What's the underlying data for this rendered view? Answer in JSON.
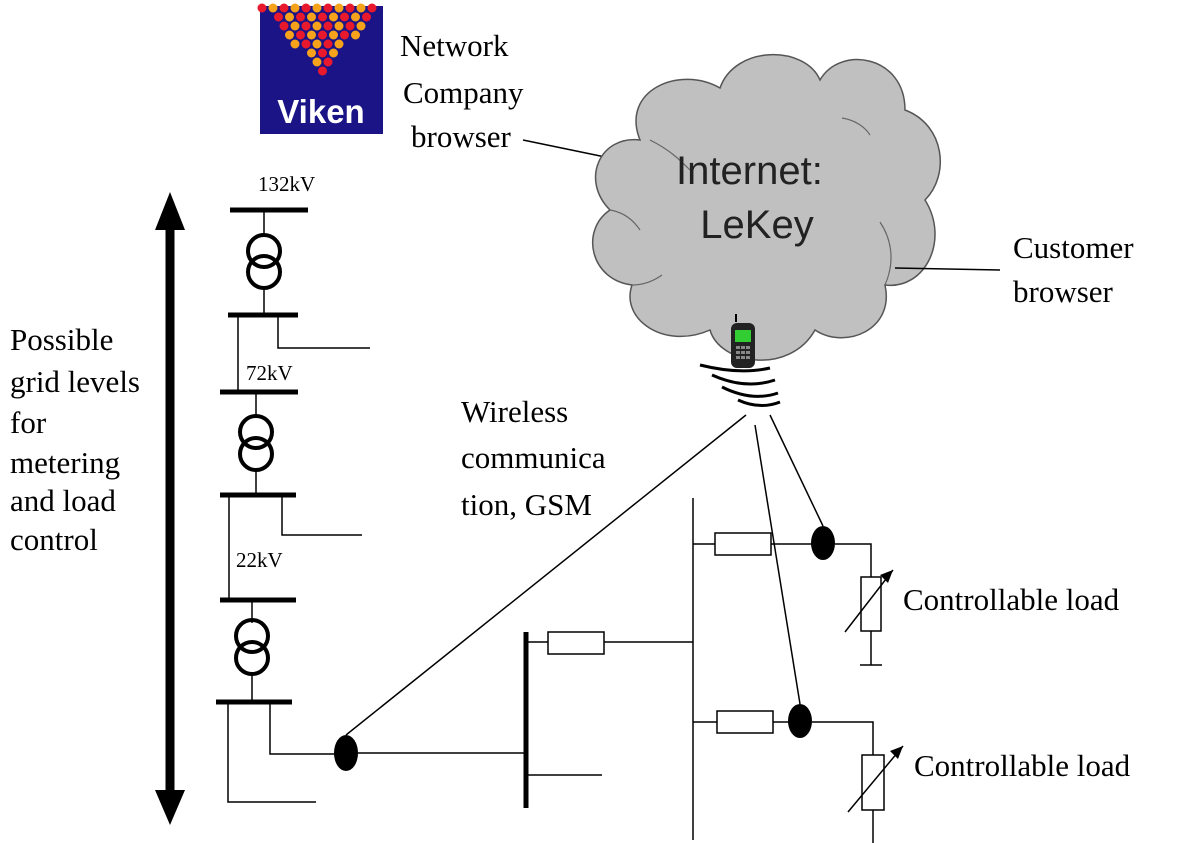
{
  "logo": {
    "text": "Viken",
    "bg_color": "#1a1487",
    "dot_colors": [
      "#e8192c",
      "#f7a21b"
    ]
  },
  "labels": {
    "network_company": [
      "Network",
      "Company",
      "browser"
    ],
    "internet": [
      "Internet:",
      "LeKey"
    ],
    "customer": [
      "Customer",
      "browser"
    ],
    "grid_levels": [
      "Possible",
      "grid levels",
      "for",
      "metering",
      "and load",
      "control"
    ],
    "wireless": [
      "Wireless",
      "communica",
      "tion, GSM"
    ],
    "voltage_132": "132kV",
    "voltage_72": "72kV",
    "voltage_22": "22kV",
    "load_1": "Controllable load",
    "load_2": "Controllable load"
  },
  "colors": {
    "cloud_fill": "#c0c0c0",
    "phone_screen": "#32cd32",
    "line": "#000000"
  }
}
